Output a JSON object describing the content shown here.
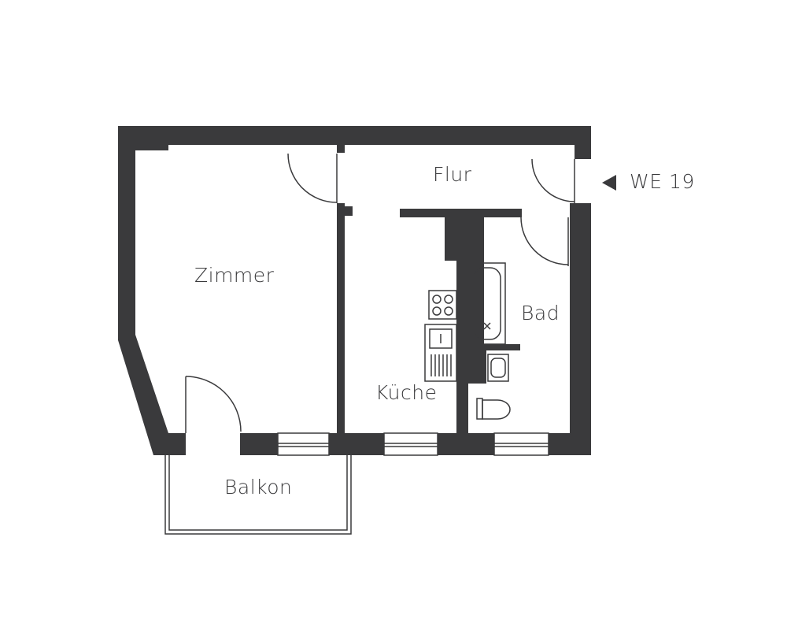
{
  "rooms": {
    "flur": "Flur",
    "zimmer": "Zimmer",
    "bad": "Bad",
    "kueche": "Küche",
    "balkon": "Balkon"
  },
  "unit": {
    "label": "WE 19",
    "marker_icon": "triangle-left-icon"
  },
  "colors": {
    "wall": "#3a3a3c",
    "background": "#ffffff"
  }
}
